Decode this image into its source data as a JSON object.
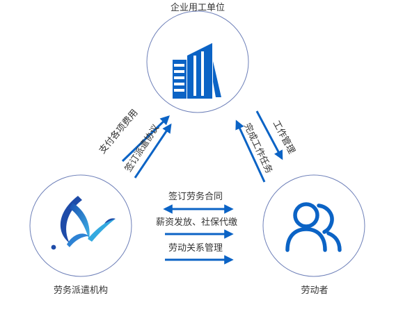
{
  "nodes": {
    "employer": {
      "label": "企业用工单位",
      "icon": "building-icon"
    },
    "agency": {
      "label": "劳务派遣机构",
      "icon": "agency-logo-icon"
    },
    "worker": {
      "label": "劳动者",
      "icon": "people-icon"
    }
  },
  "edges": {
    "agency_to_employer_1": "支付各项费用",
    "agency_to_employer_2": "签订派遣协议",
    "employer_to_worker": "工作管理",
    "worker_to_employer": "完成工作任务",
    "agency_worker_1": "签订劳务合同",
    "agency_worker_2": "薪资发放、社保代缴",
    "agency_worker_3": "劳动关系管理"
  },
  "colors": {
    "blue": "#0b63c5",
    "circle_border": "#6d7fb8",
    "text": "#333333"
  }
}
